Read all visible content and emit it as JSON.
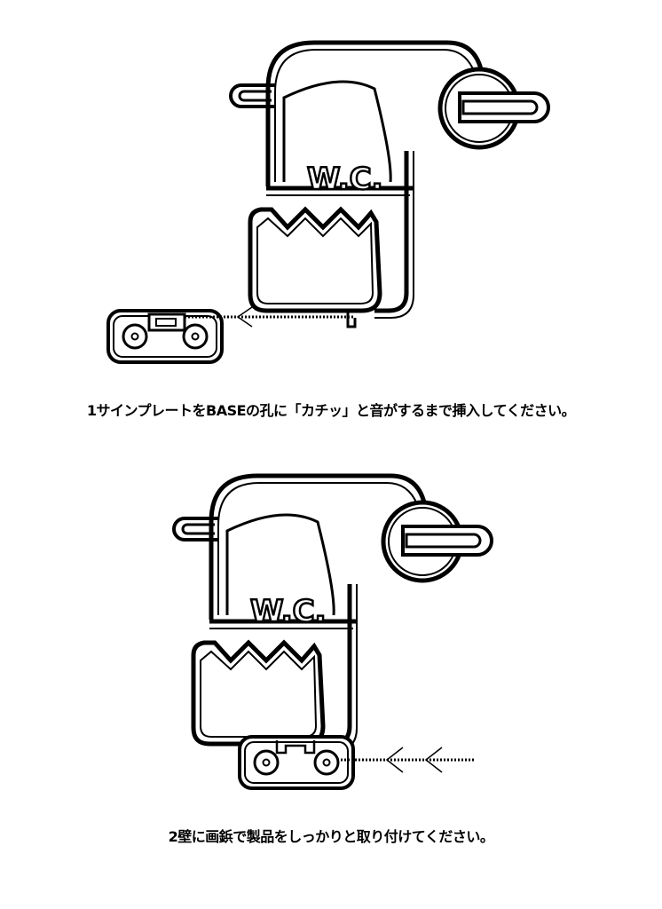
{
  "step1": {
    "label": "W.C.",
    "caption": "1サインプレートをBASEの孔に「カチッ」と音がするまで挿入してください。"
  },
  "step2": {
    "label": "W.C.",
    "caption": "2壁に画鋲で製品をしっかりと取り付けてください。"
  },
  "colors": {
    "line": "#000000",
    "background": "#ffffff"
  }
}
